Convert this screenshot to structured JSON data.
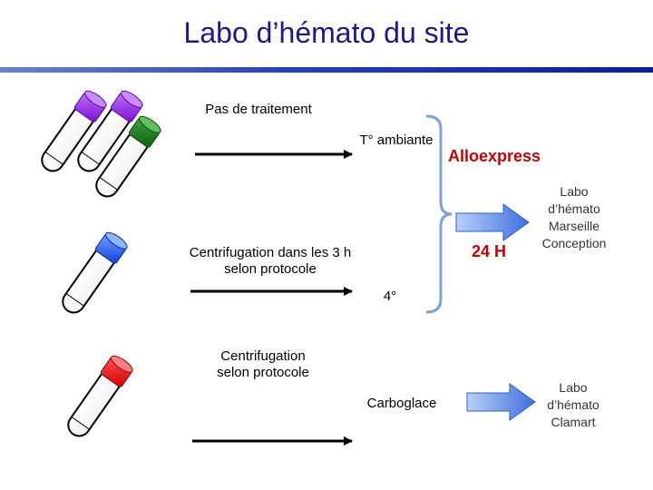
{
  "title": "Labo d’hémato du site",
  "colors": {
    "title": "#1a1a8c",
    "tube_violet": "#8b1fe0",
    "tube_green": "#1a7a1a",
    "tube_blue": "#1a5cff",
    "tube_red": "#ee0000",
    "label_red": "#cc0000",
    "brace_blue": "#7aa0e6",
    "arrow_blue": "#4f7fe0"
  },
  "steps": {
    "no_treatment": "Pas de traitement",
    "room_temp": "T° ambiante",
    "centrifugation_3h": "Centrifugation dans les 3 h selon protocole",
    "cold": "4°",
    "centrifugation": "Centrifugation selon protocole",
    "carboglace": "Carboglace"
  },
  "transport": {
    "alloexpress": "Alloexpress",
    "delay": "24 H"
  },
  "destinations": {
    "marseille": "Labo d’hémato Marseille Conception",
    "clamart": "Labo d’hémato Clamart"
  },
  "icons": [
    "test-tube-icon",
    "arrow-right-icon",
    "curly-brace-icon",
    "block-arrow-icon"
  ]
}
